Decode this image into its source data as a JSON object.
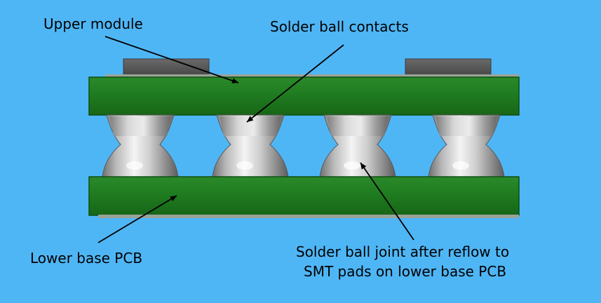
{
  "colors": {
    "background": "#4fb6f5",
    "pcb": "#1f7a1f",
    "pcb_edge": "#0f4f10",
    "component": "#555555",
    "solder_light": "#f4f4f4",
    "solder_mid": "#b9b9b9",
    "solder_dark": "#6f6f6f",
    "arrow": "#000000"
  },
  "labels": {
    "upper_module": "Upper module",
    "solder_ball_contacts": "Solder ball contacts",
    "lower_base_pcb": "Lower base PCB",
    "joint_line1": "Solder  ball joint after reflow to",
    "joint_line2": "SMT pads on lower base PCB"
  },
  "solder_joint_count": 4
}
